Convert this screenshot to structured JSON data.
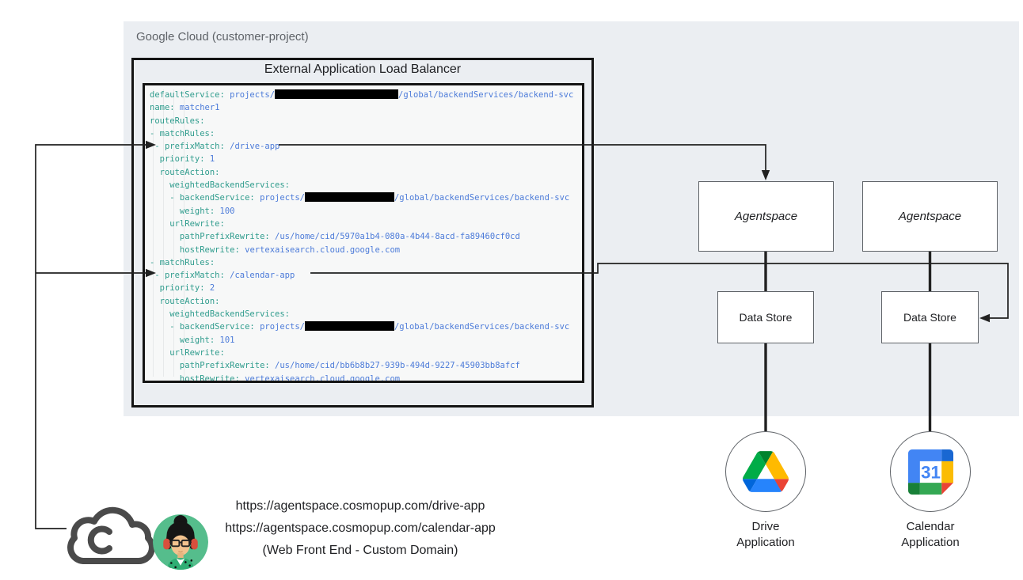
{
  "colors": {
    "page_bg": "#ffffff",
    "panel_bg": "#ebeef2",
    "frame_border": "#141414",
    "code_bg": "#f7f8f8",
    "code_key": "#2f9c8d",
    "code_value": "#4c7bd9",
    "redaction": "#000000",
    "line": "#212121",
    "node_border": "#5f6368",
    "node_bg": "#ffffff",
    "text_primary": "#202124",
    "text_muted": "#5f6368",
    "google_blue": "#4285f4",
    "google_red": "#ea4335",
    "google_yellow": "#fbbc04",
    "google_green": "#34a853",
    "calendar_dark_blue": "#1967d2",
    "calendar_dark_green": "#188038",
    "drive_deep_blue": "#0066da",
    "drive_green": "#00ac47",
    "drive_dark_green": "#00832d",
    "drive_blue": "#2684fc",
    "drive_yellow": "#ffba00",
    "cloud_stroke": "#4a4a4a",
    "avatar_bg": "#55bd8c",
    "avatar_accent": "#d94f3d"
  },
  "header": {
    "project_label": "Google Cloud (customer-project)"
  },
  "load_balancer": {
    "title": "External Application Load Balancer",
    "code_lines": [
      [
        {
          "t": "k",
          "s": "defaultService:"
        },
        {
          "t": "v",
          "s": " projects/"
        },
        {
          "t": "r",
          "w": 156
        },
        {
          "t": "v",
          "s": "/global/backendServices/backend-svc"
        }
      ],
      [
        {
          "t": "k",
          "s": "name:"
        },
        {
          "t": "v",
          "s": " matcher1"
        }
      ],
      [
        {
          "t": "k",
          "s": "routeRules:"
        }
      ],
      [
        {
          "t": "k",
          "s": "- matchRules:"
        }
      ],
      [
        {
          "t": "k",
          "s": " - prefixMatch:"
        },
        {
          "t": "v",
          "s": " /drive-app"
        }
      ],
      [
        {
          "t": "k",
          "s": "  priority:"
        },
        {
          "t": "v",
          "s": " 1"
        }
      ],
      [
        {
          "t": "k",
          "s": "  routeAction:"
        }
      ],
      [
        {
          "t": "k",
          "s": "    weightedBackendServices:"
        }
      ],
      [
        {
          "t": "k",
          "s": "    - backendService:"
        },
        {
          "t": "v",
          "s": " projects/"
        },
        {
          "t": "r",
          "w": 113
        },
        {
          "t": "v",
          "s": "/global/backendServices/backend-svc"
        }
      ],
      [
        {
          "t": "k",
          "s": "      weight:"
        },
        {
          "t": "v",
          "s": " 100"
        }
      ],
      [
        {
          "t": "k",
          "s": "    urlRewrite:"
        }
      ],
      [
        {
          "t": "k",
          "s": "      pathPrefixRewrite:"
        },
        {
          "t": "v",
          "s": " /us/home/cid/5970a1b4-080a-4b44-8acd-fa89460cf0cd"
        }
      ],
      [
        {
          "t": "k",
          "s": "      hostRewrite:"
        },
        {
          "t": "v",
          "s": " vertexaisearch.cloud.google.com"
        }
      ],
      [
        {
          "t": "k",
          "s": "- matchRules:"
        }
      ],
      [
        {
          "t": "k",
          "s": " - prefixMatch:"
        },
        {
          "t": "v",
          "s": " /calendar-app"
        }
      ],
      [
        {
          "t": "k",
          "s": "  priority:"
        },
        {
          "t": "v",
          "s": " 2"
        }
      ],
      [
        {
          "t": "k",
          "s": "  routeAction:"
        }
      ],
      [
        {
          "t": "k",
          "s": "    weightedBackendServices:"
        }
      ],
      [
        {
          "t": "k",
          "s": "    - backendService:"
        },
        {
          "t": "v",
          "s": " projects/"
        },
        {
          "t": "r",
          "w": 113
        },
        {
          "t": "v",
          "s": "/global/backendServices/backend-svc"
        }
      ],
      [
        {
          "t": "k",
          "s": "      weight:"
        },
        {
          "t": "v",
          "s": " 101"
        }
      ],
      [
        {
          "t": "k",
          "s": "    urlRewrite:"
        }
      ],
      [
        {
          "t": "k",
          "s": "      pathPrefixRewrite:"
        },
        {
          "t": "v",
          "s": " /us/home/cid/bb6b8b27-939b-494d-9227-45903bb8afcf"
        }
      ],
      [
        {
          "t": "k",
          "s": "      hostRewrite:"
        },
        {
          "t": "v",
          "s": " vertexaisearch.cloud.google.com"
        }
      ]
    ]
  },
  "nodes": {
    "agentspace_left": "Agentspace",
    "agentspace_right": "Agentspace",
    "datastore_left": "Data Store",
    "datastore_right": "Data Store"
  },
  "apps": {
    "drive": {
      "line1": "Drive",
      "line2": "Application"
    },
    "calendar": {
      "line1": "Calendar",
      "line2": "Application",
      "badge": "31"
    }
  },
  "frontend": {
    "url_drive": "https://agentspace.cosmopup.com/drive-app",
    "url_calendar": "https://agentspace.cosmopup.com/calendar-app",
    "caption": "(Web Front End - Custom Domain)"
  }
}
